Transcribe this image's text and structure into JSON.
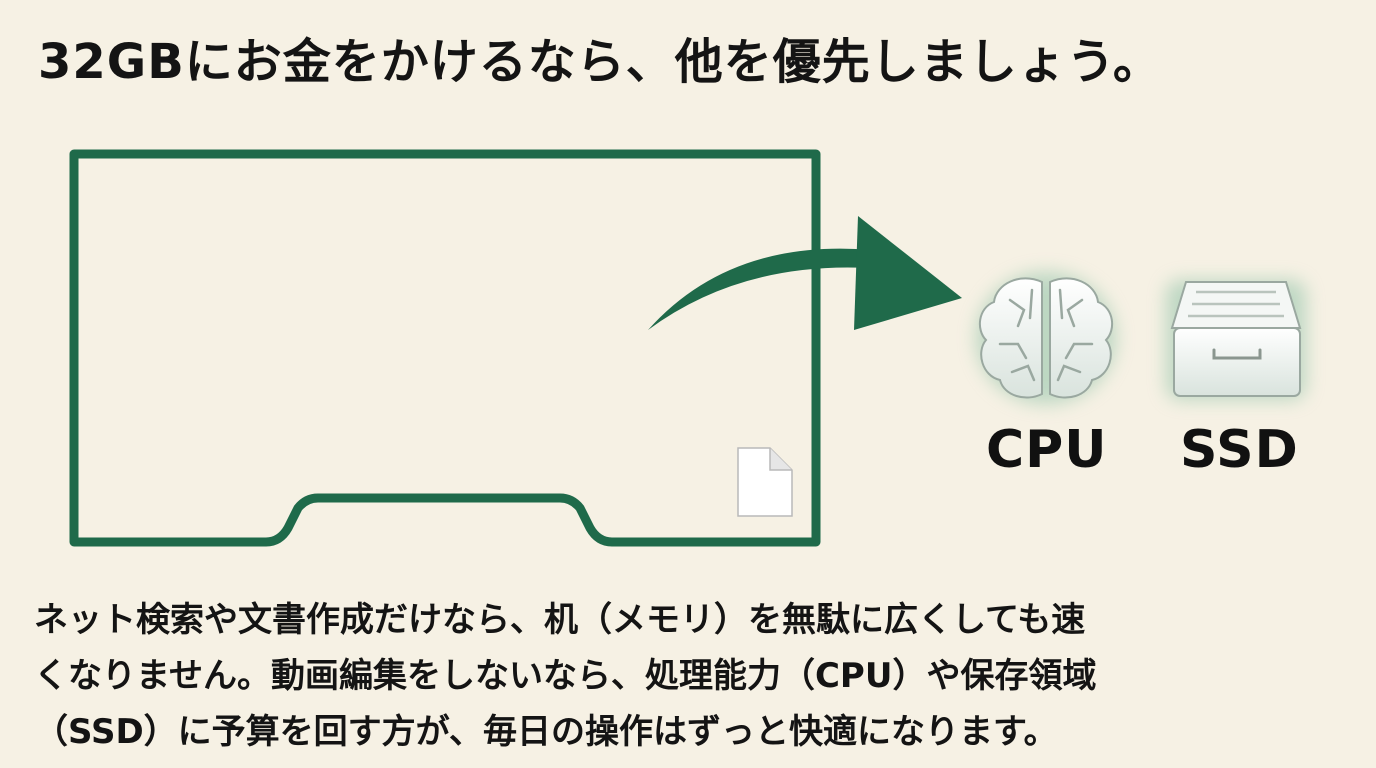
{
  "title": "32GBにお金をかけるなら、他を優先しましょう。",
  "labels": {
    "cpu": "CPU",
    "ssd": "SSD"
  },
  "icons": {
    "desk": "desk-outline-icon",
    "document": "document-icon",
    "arrow": "curved-arrow-icon",
    "cpu": "brain-icon",
    "ssd": "drawer-icon"
  },
  "colors": {
    "background": "#f6f1e4",
    "accent": "#1f6a4a",
    "text": "#141414"
  },
  "body": {
    "line1": "ネット検索や文書作成だけなら、机（メモリ）を無駄に広くしても速",
    "line2": "くなりません。動画編集をしないなら、処理能力（CPU）や保存領域",
    "line3": "（SSD）に予算を回す方が、毎日の操作はずっと快適になります。"
  }
}
